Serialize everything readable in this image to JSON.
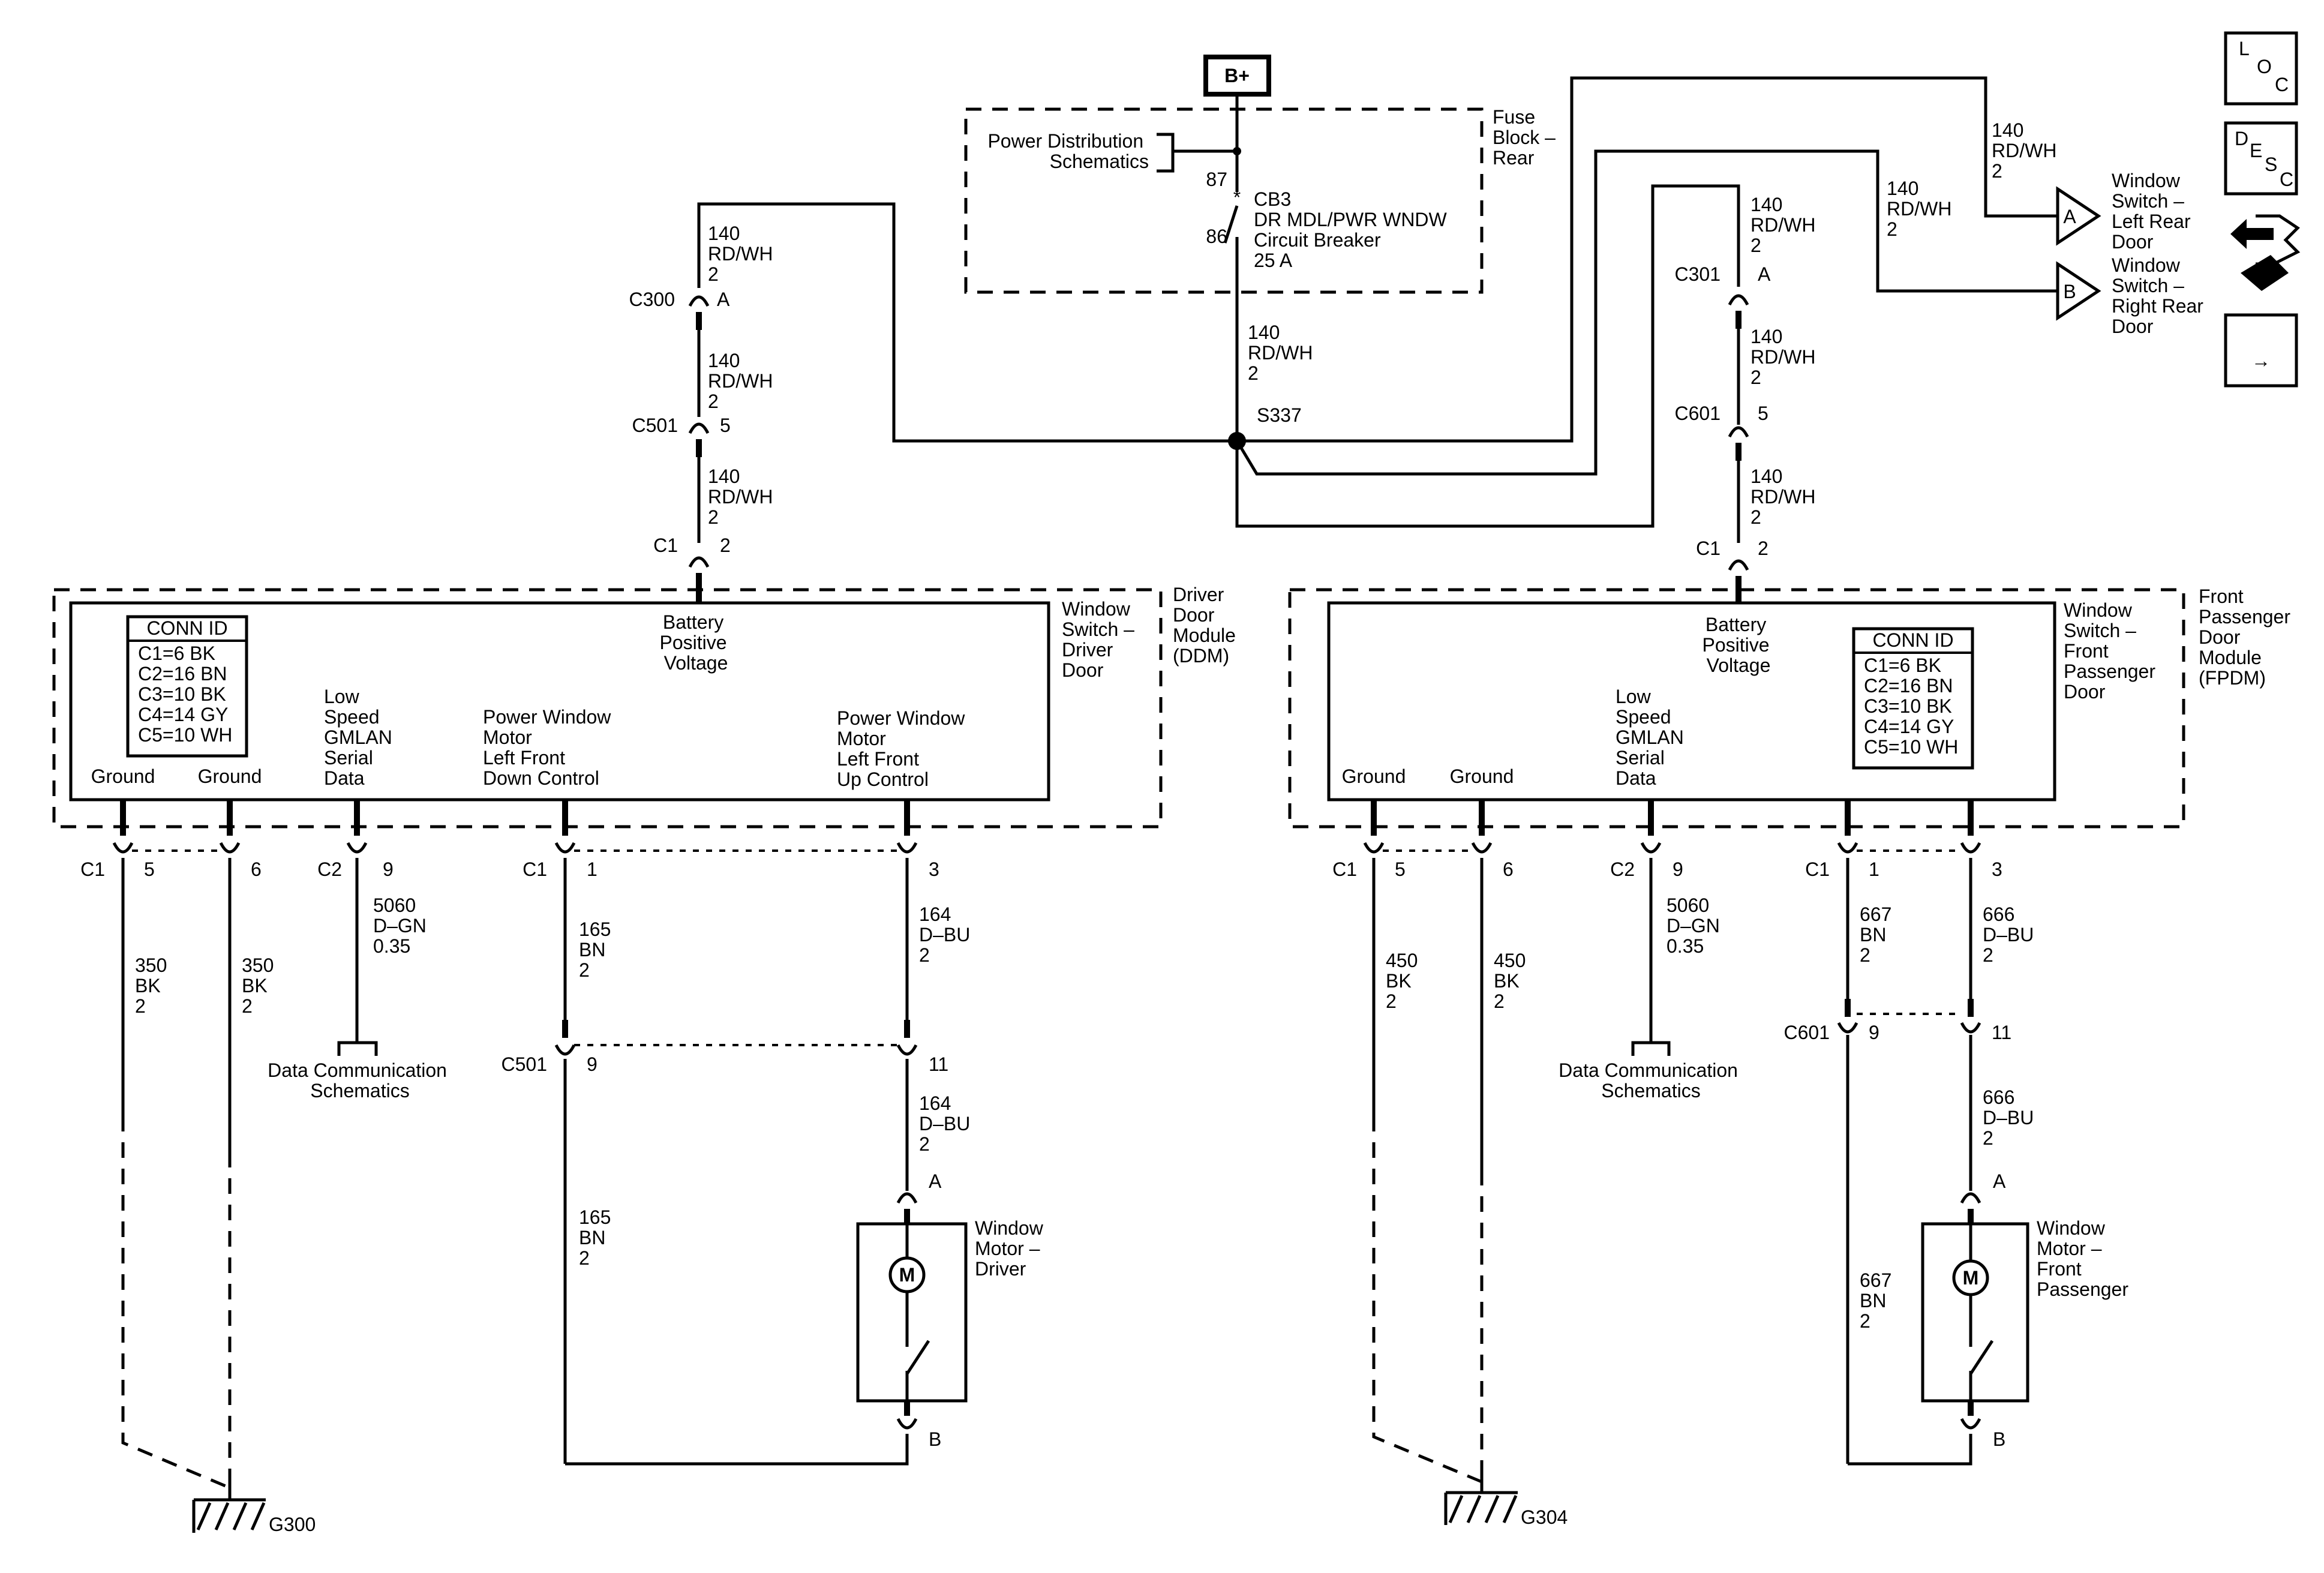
{
  "power_source": "B+",
  "fuse_block": {
    "label": [
      "Fuse",
      "Block –",
      "Rear"
    ],
    "pds_label": [
      "Power Distribution",
      "Schematics"
    ],
    "pin_87": "87",
    "pin_86": "86",
    "breaker": [
      "CB3",
      "DR MDL/PWR WNDW",
      "Circuit Breaker",
      "25 A"
    ]
  },
  "wire_140": [
    "140",
    "RD/WH",
    "2"
  ],
  "splice": "S337",
  "driver_feed": {
    "c300": "C300",
    "c300_pin": "A",
    "c501": "C501",
    "c501_pin": "5",
    "c1": "C1",
    "c1_pin": "2"
  },
  "pass_feed": {
    "c301": "C301",
    "c301_pin": "A",
    "c601": "C601",
    "c601_pin": "5",
    "c1": "C1",
    "c1_pin": "2"
  },
  "rear_a": {
    "letter": "A",
    "label": [
      "Window",
      "Switch –",
      "Left Rear",
      "Door"
    ]
  },
  "rear_b": {
    "letter": "B",
    "label": [
      "Window",
      "Switch –",
      "Right Rear",
      "Door"
    ]
  },
  "side_icons": {
    "loc": [
      "L",
      "O",
      "C"
    ],
    "desc": [
      "D",
      "E",
      "S",
      "C"
    ],
    "arrow": "→"
  },
  "ddm": {
    "outer_label": [
      "Driver",
      "Door",
      "Module",
      "(DDM)"
    ],
    "inner_label": [
      "Window",
      "Switch –",
      "Driver",
      "Door"
    ],
    "conn_title": "CONN ID",
    "conn_ids": [
      "C1=6 BK",
      "C2=16 BN",
      "C3=10 BK",
      "C4=14 GY",
      "C5=10 WH"
    ],
    "battery": [
      "Battery",
      "Positive",
      "Voltage"
    ],
    "ground1": "Ground",
    "ground2": "Ground",
    "lowspeed": [
      "Low",
      "Speed",
      "GMLAN",
      "Serial",
      "Data"
    ],
    "pw_down": [
      "Power Window",
      "Motor",
      "Left Front",
      "Down Control"
    ],
    "pw_up": [
      "Power Window",
      "Motor",
      "Left Front",
      "Up Control"
    ],
    "c1": "C1",
    "c1_pin5": "5",
    "c1_pin6": "6",
    "c2": "C2",
    "c2_pin": "9",
    "c1b": "C1",
    "c1b_pin1": "1",
    "c1b_pin3": "3",
    "wire_gnd": [
      "350",
      "BK",
      "2"
    ],
    "wire_data": [
      "5060",
      "D–GN",
      "0.35"
    ],
    "data_comm": [
      "Data Communication",
      "Schematics"
    ],
    "wire_down": [
      "165",
      "BN",
      "2"
    ],
    "wire_up": [
      "164",
      "D–BU",
      "2"
    ],
    "c501": "C501",
    "c501_pin9": "9",
    "c501_pin11": "11",
    "motor_pin_a": "A",
    "motor_pin_b": "B",
    "motor_symbol": "M",
    "motor_label": [
      "Window",
      "Motor –",
      "Driver"
    ],
    "ground_id": "G300"
  },
  "fpdm": {
    "outer_label": [
      "Front",
      "Passenger",
      "Door",
      "Module",
      "(FPDM)"
    ],
    "inner_label": [
      "Window",
      "Switch –",
      "Front",
      "Passenger",
      "Door"
    ],
    "conn_title": "CONN ID",
    "conn_ids": [
      "C1=6 BK",
      "C2=16 BN",
      "C3=10 BK",
      "C4=14 GY",
      "C5=10 WH"
    ],
    "battery": [
      "Battery",
      "Positive",
      "Voltage"
    ],
    "ground1": "Ground",
    "ground2": "Ground",
    "lowspeed": [
      "Low",
      "Speed",
      "GMLAN",
      "Serial",
      "Data"
    ],
    "c1": "C1",
    "c1_pin5": "5",
    "c1_pin6": "6",
    "c2": "C2",
    "c2_pin": "9",
    "c1b": "C1",
    "c1b_pin1": "1",
    "c1b_pin3": "3",
    "wire_gnd": [
      "450",
      "BK",
      "2"
    ],
    "wire_data": [
      "5060",
      "D–GN",
      "0.35"
    ],
    "data_comm": [
      "Data Communication",
      "Schematics"
    ],
    "wire_down": [
      "667",
      "BN",
      "2"
    ],
    "wire_up": [
      "666",
      "D–BU",
      "2"
    ],
    "c601": "C601",
    "c601_pin9": "9",
    "c601_pin11": "11",
    "motor_pin_a": "A",
    "motor_pin_b": "B",
    "motor_symbol": "M",
    "motor_label": [
      "Window",
      "Motor –",
      "Front",
      "Passenger"
    ],
    "ground_id": "G304"
  }
}
